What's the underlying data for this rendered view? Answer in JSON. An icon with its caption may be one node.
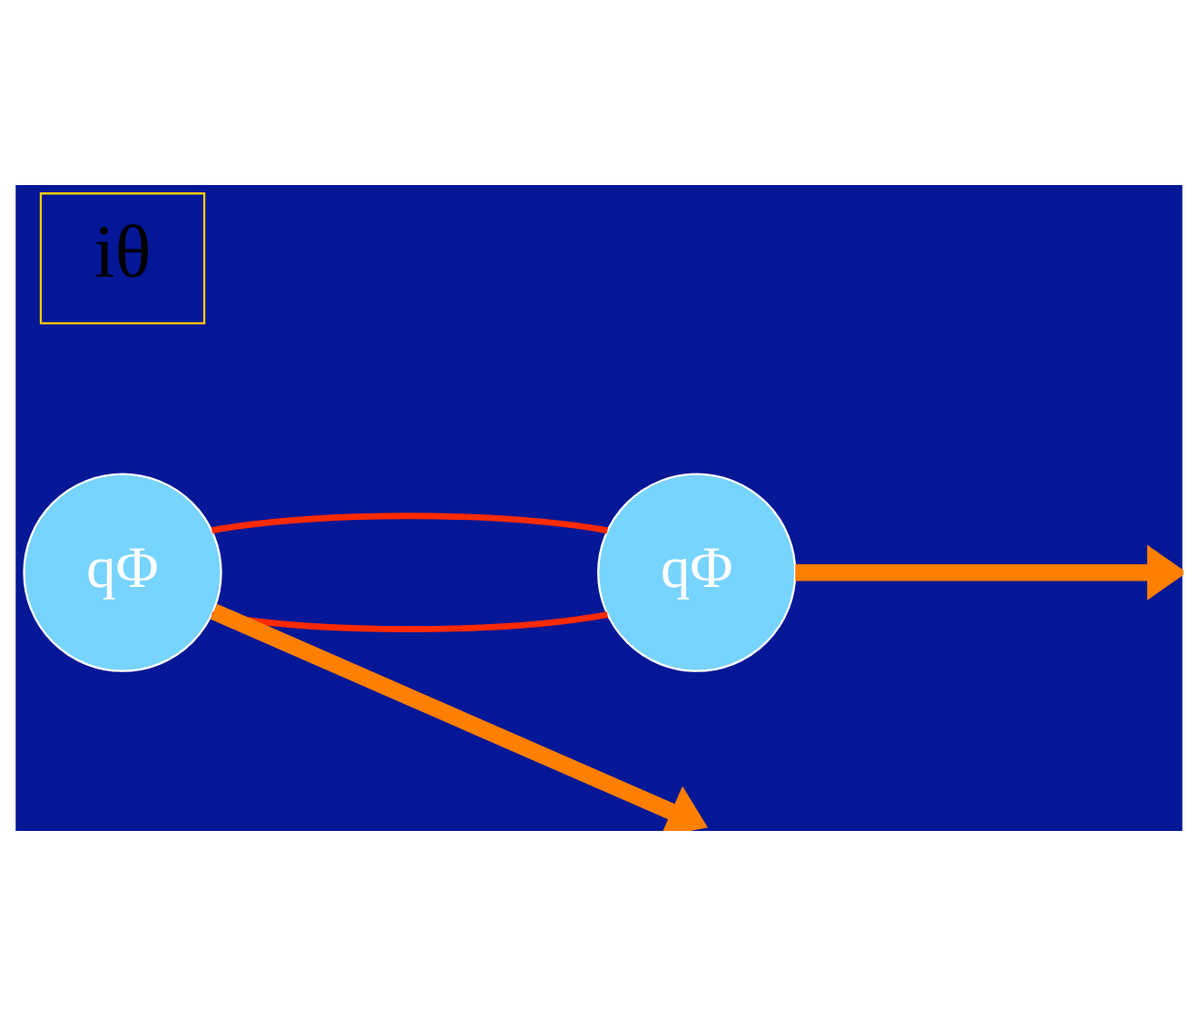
{
  "diagram": {
    "nodes": [
      {
        "text": [
          "qΦ"
        ]
      },
      {
        "text": [
          "qΦ"
        ]
      },
      {
        "text": [
          "iθ"
        ]
      }
    ],
    "edges": [
      {
        "from": 0,
        "to": 1,
        "arrow": "none",
        "color": "#ff2a00"
      },
      {
        "from": 1,
        "to": 0,
        "arrow": "none",
        "color": "#ff2a00"
      },
      {
        "from": 1,
        "to": null,
        "arrow": "to",
        "style": "thick",
        "color": "#ff7f00"
      },
      {
        "from": 0,
        "to": null,
        "arrow": "to",
        "style": "thick",
        "color": "#ff7f00"
      }
    ]
  }
}
